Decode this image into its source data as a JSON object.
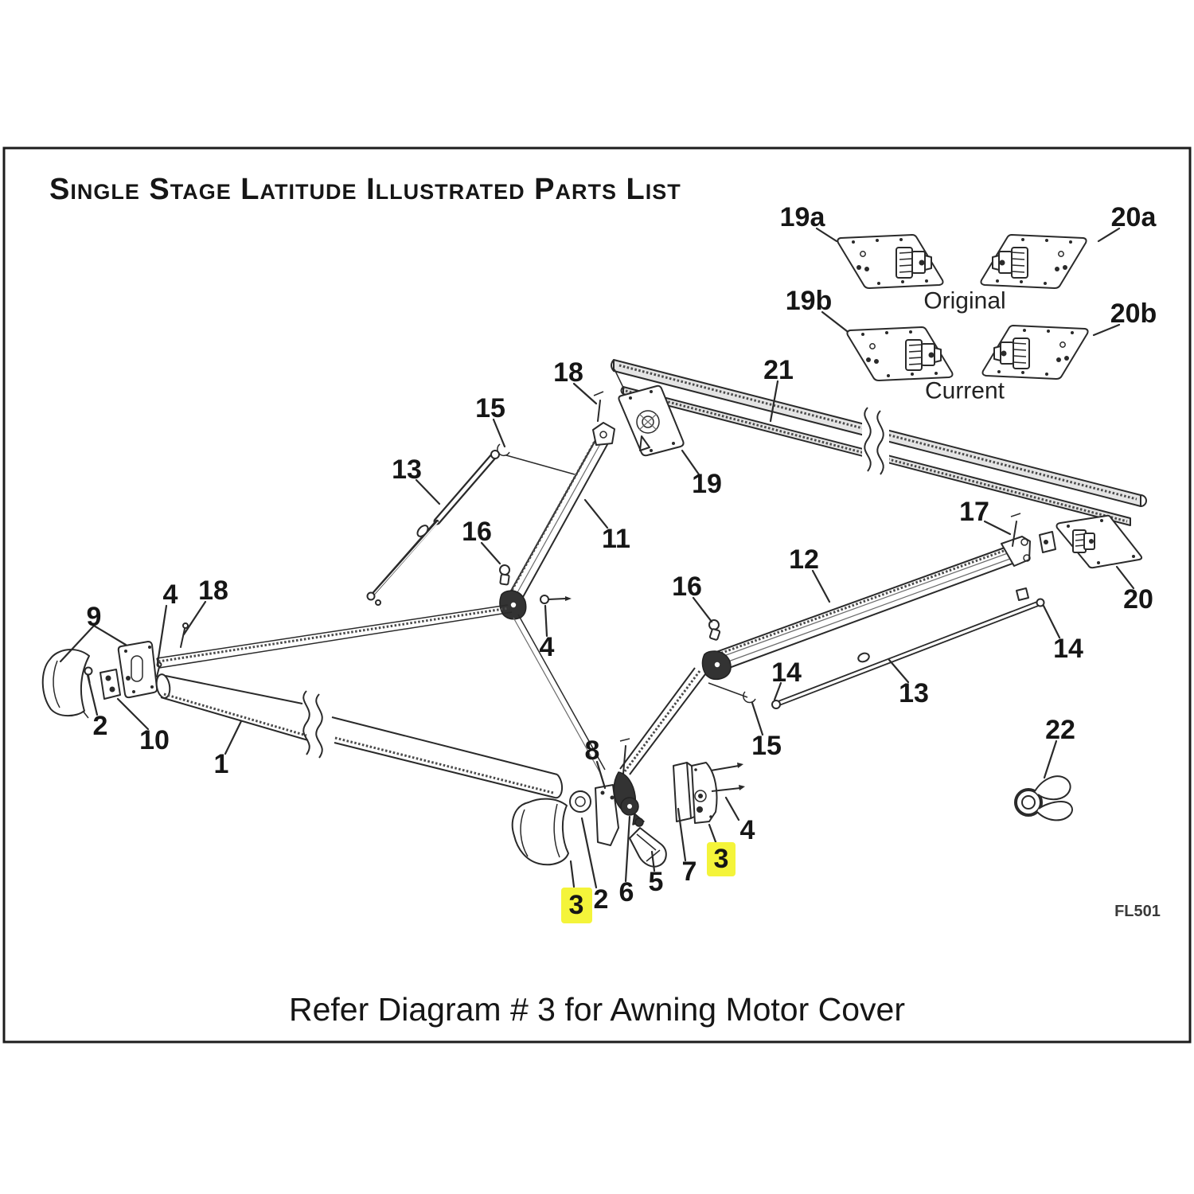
{
  "window": {
    "title": "Single Stage Latitude Illustrated Parts List"
  },
  "footer": {
    "note": "Refer Diagram # 3 for Awning Motor Cover"
  },
  "figure": {
    "code": "FL501"
  },
  "colors": {
    "line": "#2a2a2a",
    "highlight": "#f4f43a",
    "background": "#ffffff",
    "text": "#161616"
  },
  "diagram": {
    "variant_labels": [
      {
        "text": "Original"
      },
      {
        "text": "Current"
      }
    ],
    "callouts": [
      {
        "label": "1",
        "highlighted": false
      },
      {
        "label": "2",
        "highlighted": false
      },
      {
        "label": "2",
        "highlighted": false
      },
      {
        "label": "3",
        "highlighted": true
      },
      {
        "label": "3",
        "highlighted": true
      },
      {
        "label": "4",
        "highlighted": false
      },
      {
        "label": "4",
        "highlighted": false
      },
      {
        "label": "4",
        "highlighted": false
      },
      {
        "label": "5",
        "highlighted": false
      },
      {
        "label": "6",
        "highlighted": false
      },
      {
        "label": "7",
        "highlighted": false
      },
      {
        "label": "8",
        "highlighted": false
      },
      {
        "label": "9",
        "highlighted": false
      },
      {
        "label": "10",
        "highlighted": false
      },
      {
        "label": "11",
        "highlighted": false
      },
      {
        "label": "12",
        "highlighted": false
      },
      {
        "label": "13",
        "highlighted": false
      },
      {
        "label": "13",
        "highlighted": false
      },
      {
        "label": "14",
        "highlighted": false
      },
      {
        "label": "14",
        "highlighted": false
      },
      {
        "label": "15",
        "highlighted": false
      },
      {
        "label": "15",
        "highlighted": false
      },
      {
        "label": "16",
        "highlighted": false
      },
      {
        "label": "16",
        "highlighted": false
      },
      {
        "label": "17",
        "highlighted": false
      },
      {
        "label": "18",
        "highlighted": false
      },
      {
        "label": "18",
        "highlighted": false
      },
      {
        "label": "19",
        "highlighted": false
      },
      {
        "label": "19a",
        "highlighted": false
      },
      {
        "label": "19b",
        "highlighted": false
      },
      {
        "label": "20",
        "highlighted": false
      },
      {
        "label": "20a",
        "highlighted": false
      },
      {
        "label": "20b",
        "highlighted": false
      },
      {
        "label": "21",
        "highlighted": false
      },
      {
        "label": "22",
        "highlighted": false
      }
    ]
  }
}
